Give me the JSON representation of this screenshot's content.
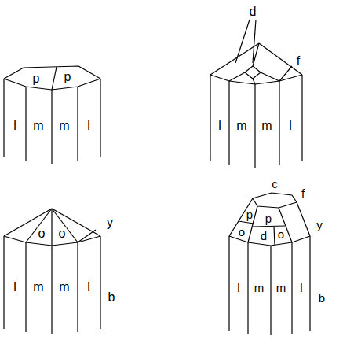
{
  "diagram": {
    "labels": [
      "p",
      "p",
      "l",
      "m",
      "m",
      "l",
      "d",
      "f",
      "l",
      "m",
      "m",
      "l",
      "o",
      "o",
      "y",
      "l",
      "m",
      "m",
      "l",
      "b",
      "c",
      "p",
      "f",
      "p",
      "y",
      "o",
      "d",
      "o",
      "l",
      "m",
      "m",
      "l",
      "b"
    ]
  }
}
